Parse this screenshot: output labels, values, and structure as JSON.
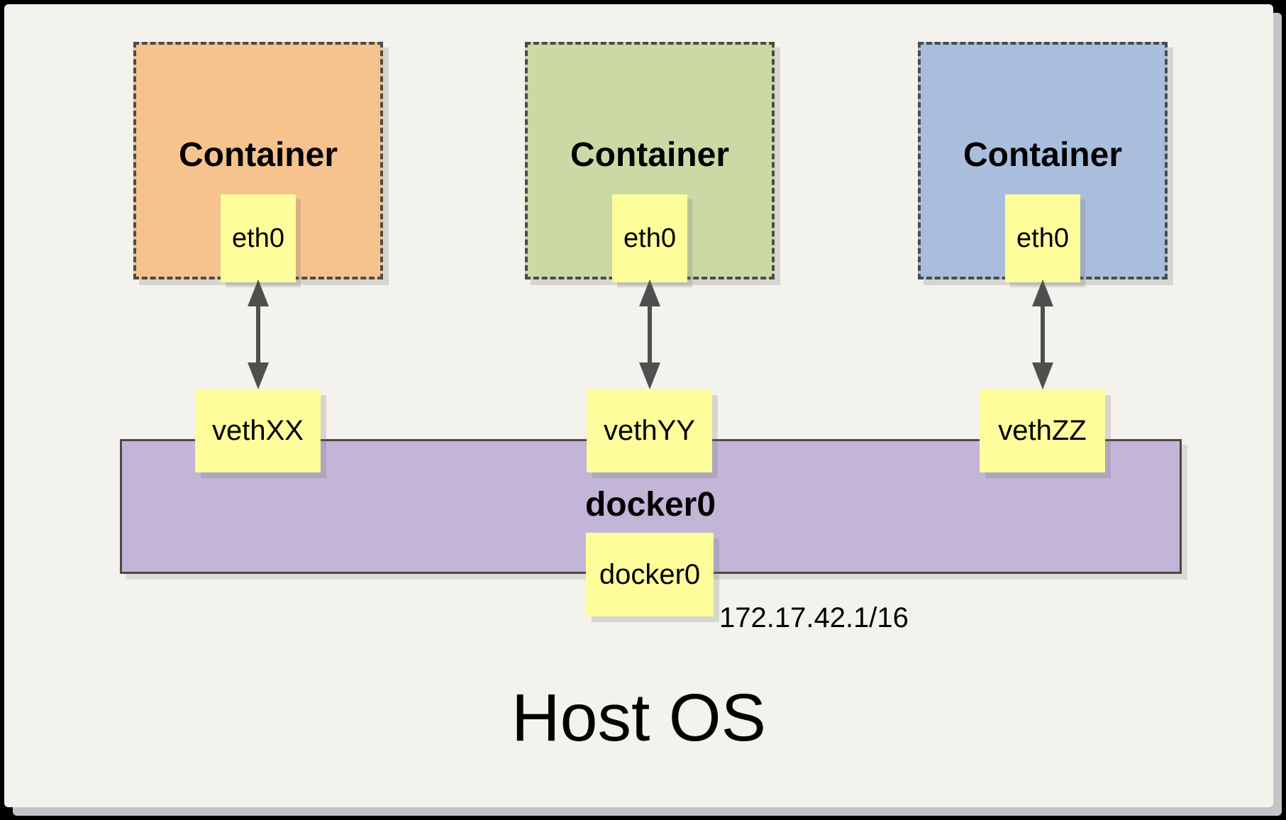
{
  "diagram": {
    "host_label": "Host OS",
    "bridge": {
      "label": "docker0",
      "interface_label": "docker0",
      "ip": "172.17.42.1/16"
    },
    "containers": [
      {
        "label": "Container",
        "interface_label": "eth0",
        "veth_label": "vethXX"
      },
      {
        "label": "Container",
        "interface_label": "eth0",
        "veth_label": "vethYY"
      },
      {
        "label": "Container",
        "interface_label": "eth0",
        "veth_label": "vethZZ"
      }
    ],
    "colors": {
      "background": "#F4F2EC",
      "frame": "#000000",
      "container_orange": "#F6C28E",
      "container_green": "#CBD9A4",
      "container_blue": "#A9BEDC",
      "interface_yellow": "#FDFD9B",
      "bridge_purple": "#C3B5D7",
      "border_gray": "#4B4B4B",
      "arrow_gray": "#4F4F4F"
    }
  }
}
